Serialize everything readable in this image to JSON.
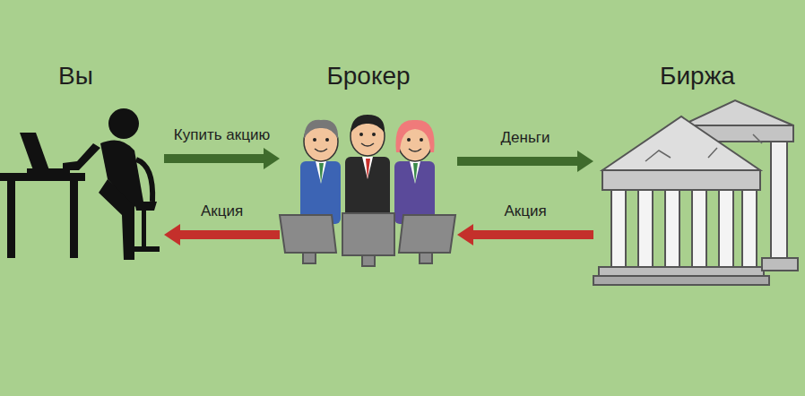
{
  "diagram": {
    "nodes": [
      {
        "text": [
          "Вы"
        ]
      },
      {
        "text": [
          "Брокер"
        ]
      },
      {
        "text": [
          "Биржа"
        ]
      }
    ],
    "edges": [
      {
        "from": 0,
        "to": 1,
        "label": "Купить акцию",
        "arrow": "to"
      },
      {
        "from": 1,
        "to": 0,
        "label": "Акция",
        "arrow": "to"
      },
      {
        "from": 1,
        "to": 2,
        "label": "Деньги",
        "arrow": "to"
      },
      {
        "from": 2,
        "to": 1,
        "label": "Акция",
        "arrow": "to"
      }
    ]
  }
}
